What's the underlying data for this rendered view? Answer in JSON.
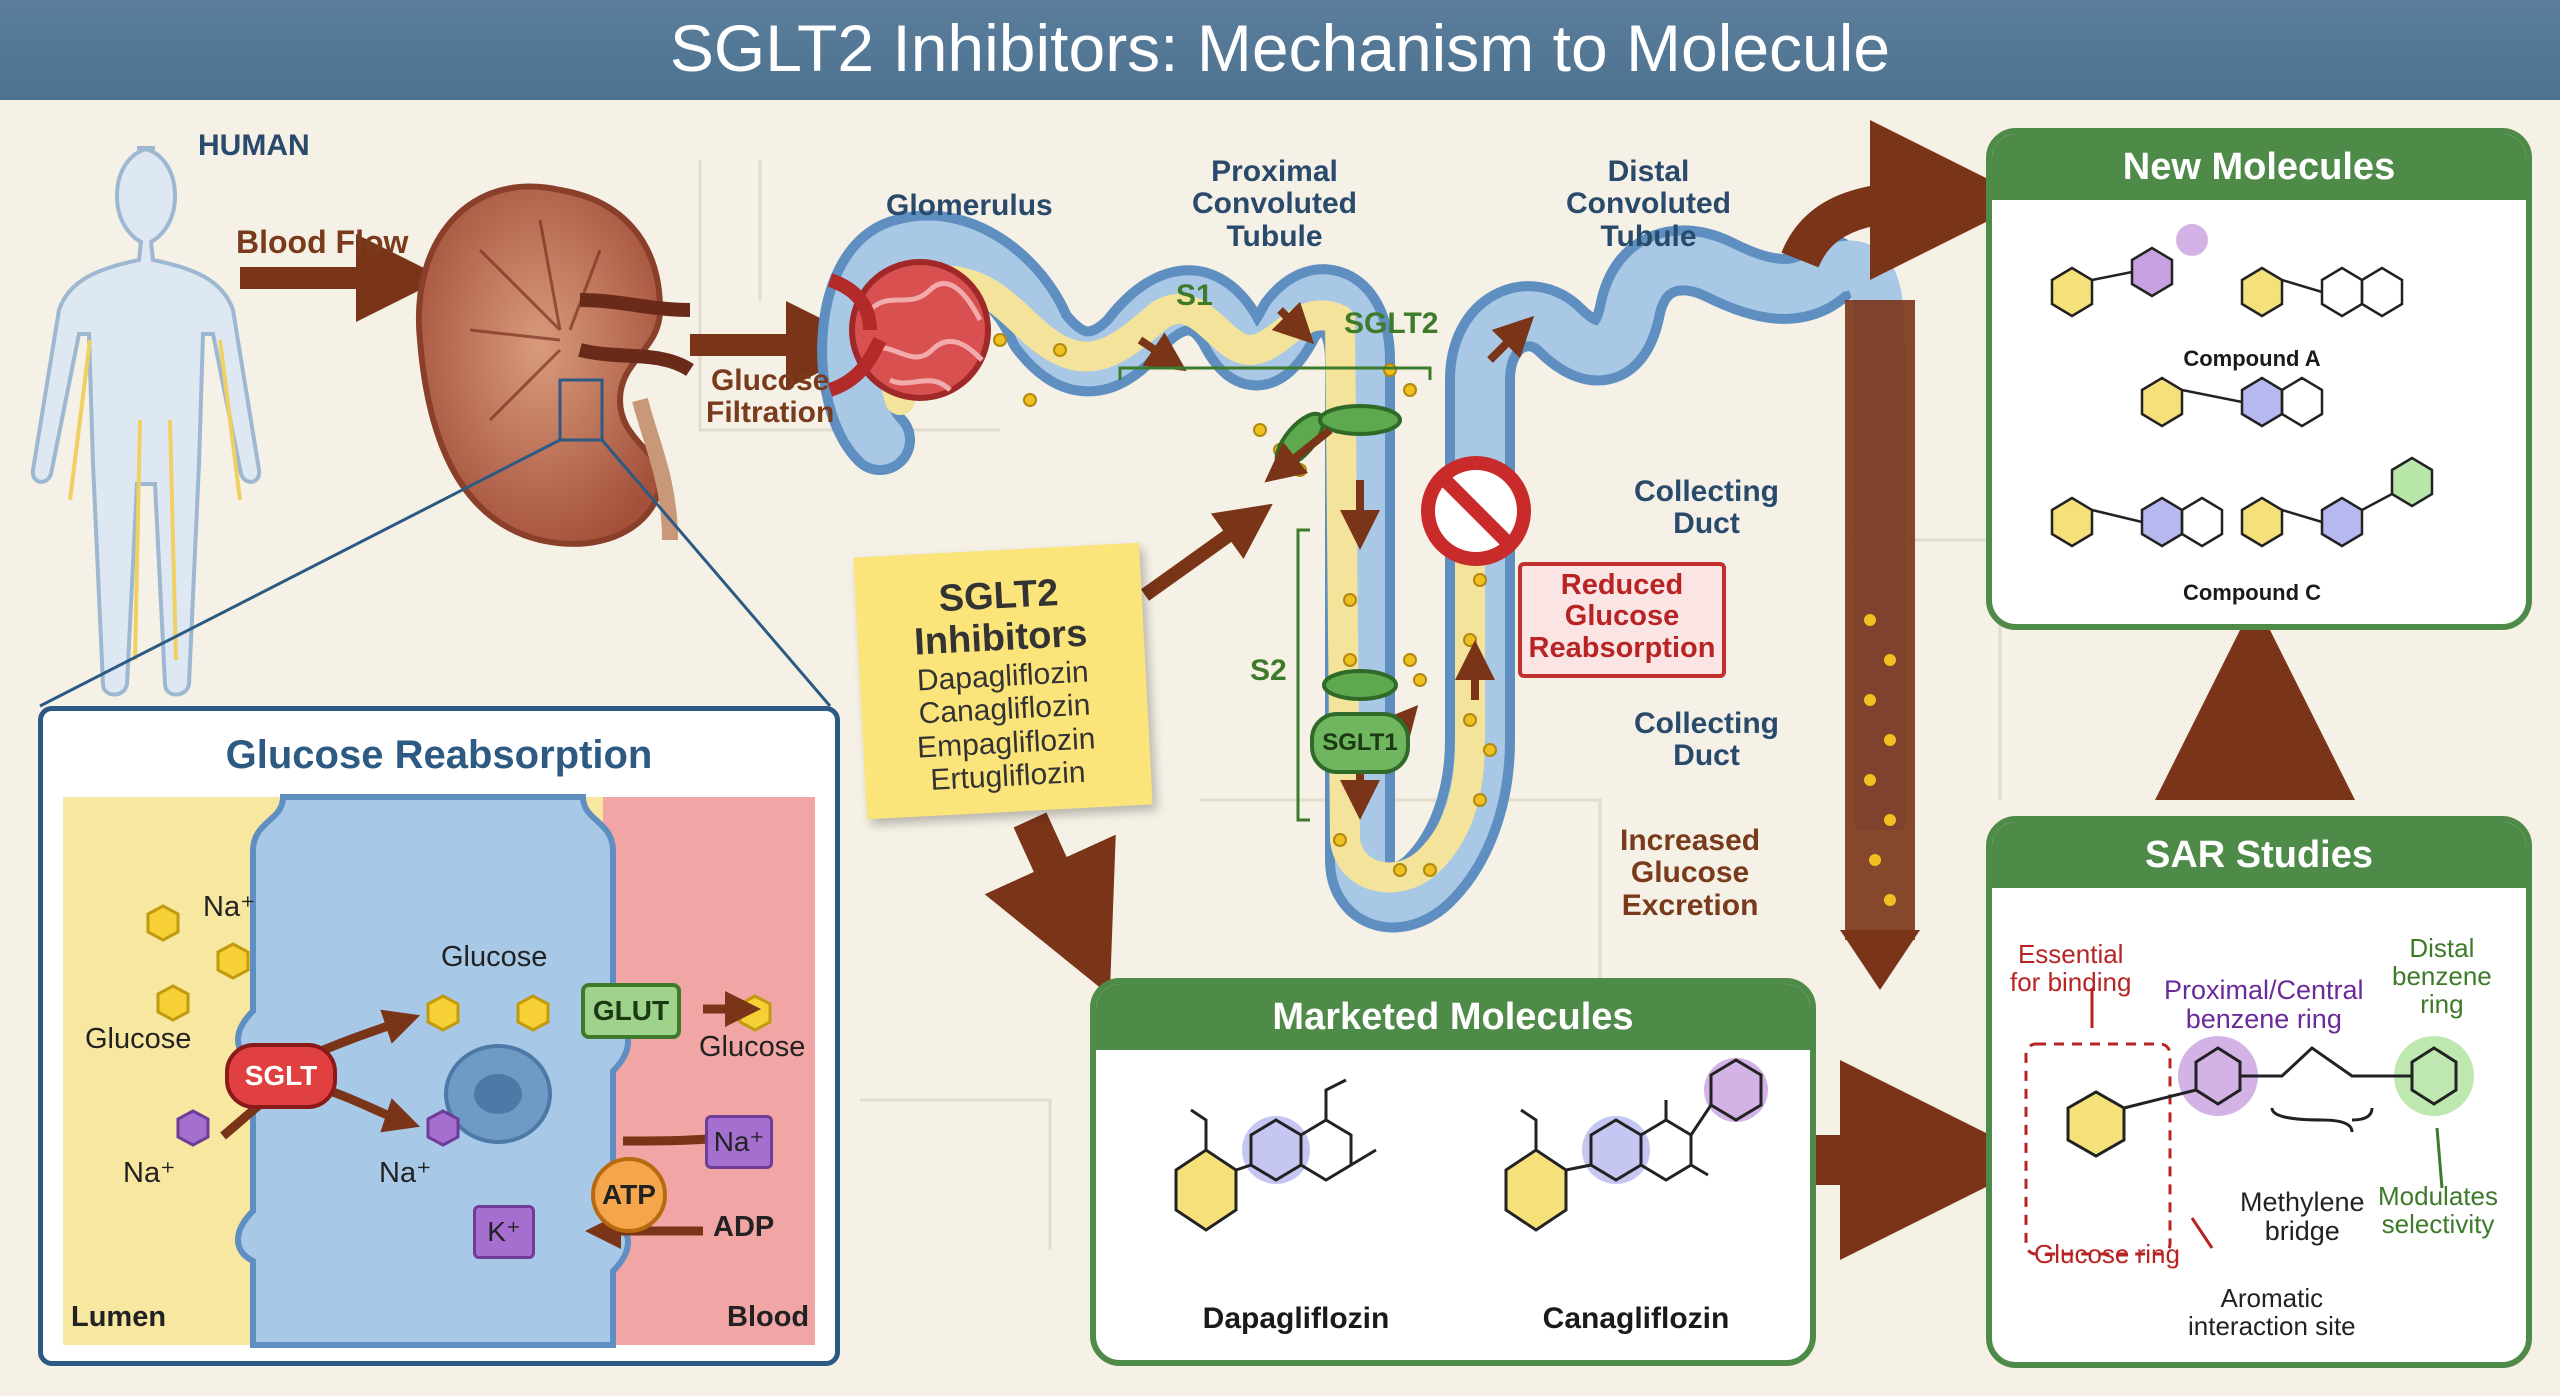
{
  "title": "SGLT2 Inhibitors: Mechanism to Molecule",
  "body_labels": {
    "human": "HUMAN",
    "blood_flow": "Blood Flow",
    "glucose_filtration": "Glucose\nFiltration"
  },
  "nephron": {
    "glomerulus": "Glomerulus",
    "proximal": "Proximal\nConvoluted\nTubule",
    "distal": "Distal\nConvoluted\nTubule",
    "s1": "S1",
    "s2": "S2",
    "sglt2": "SGLT2",
    "sglt1": "SGLT1",
    "collecting_duct_1": "Collecting\nDuct",
    "collecting_duct_2": "Collecting\nDuct",
    "reduced": "Reduced\nGlucose\nReabsorption",
    "increased": "Increased\nGlucose\nExcretion"
  },
  "inhibitors_note": {
    "title": "SGLT2\nInhibitors",
    "items": [
      "Dapagliflozin",
      "Canagliflozin",
      "Empagliflozin",
      "Ertugliflozin"
    ]
  },
  "reabsorption": {
    "title": "Glucose Reabsorption",
    "lumen": "Lumen",
    "blood": "Blood",
    "glucose_left": "Glucose",
    "na_top": "Na⁺",
    "na_left": "Na⁺",
    "sglt": "SGLT",
    "glucose_cell": "Glucose",
    "na_cell": "Na⁺",
    "glut": "GLUT",
    "glucose_right": "Glucose",
    "na_right": "Na⁺",
    "atp": "ATP",
    "adp": "ADP",
    "k": "K⁺"
  },
  "marketed": {
    "title": "Marketed Molecules",
    "mol1": "Dapagliflozin",
    "mol2": "Canagliflozin"
  },
  "new_molecules": {
    "title": "New Molecules",
    "compound_a": "Compound A",
    "compound_c": "Compound C"
  },
  "sar": {
    "title": "SAR Studies",
    "essential": "Essential\nfor binding",
    "proximal": "Proximal/Central\nbenzene ring",
    "distal": "Distal\nbenzene\nring",
    "methylene": "Methylene\nbridge",
    "modulates": "Modulates\nselectivity",
    "glucose_ring": "Glucose ring",
    "aromatic": "Aromatic\ninteraction site"
  },
  "colors": {
    "header": "#527896",
    "panel_green": "#4e8a48",
    "arrow_brown": "#7a3418",
    "tubule_blue": "#6d9fd0",
    "lumen_yellow": "#f8e7a0",
    "blood_pink": "#f1a5a5"
  }
}
